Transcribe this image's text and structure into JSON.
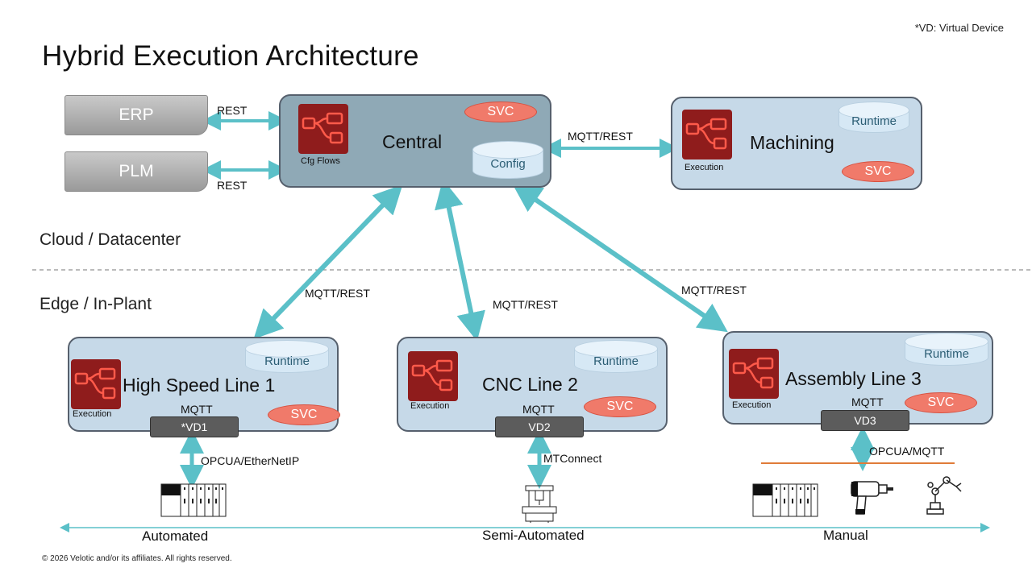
{
  "title": "Hybrid Execution Architecture",
  "note": "*VD: Virtual Device",
  "zones": {
    "cloud": "Cloud / Datacenter",
    "edge": "Edge / In-Plant"
  },
  "external": {
    "erp": "ERP",
    "plm": "PLM",
    "erp_link": "REST",
    "plm_link": "REST"
  },
  "central": {
    "name": "Central",
    "logo_caption": "Cfg Flows",
    "svc": "SVC",
    "db": "Config"
  },
  "machining": {
    "name": "Machining",
    "logo_caption": "Execution",
    "db": "Runtime",
    "svc": "SVC",
    "link": "MQTT/REST"
  },
  "lines": [
    {
      "name": "High Speed Line 1",
      "logo_caption": "Execution",
      "db": "Runtime",
      "svc": "SVC",
      "mqtt": "MQTT",
      "vd": "*VD1",
      "uplink": "MQTT/REST",
      "downlink": "OPCUA/EtherNetIP"
    },
    {
      "name": "CNC Line 2",
      "logo_caption": "Execution",
      "db": "Runtime",
      "svc": "SVC",
      "mqtt": "MQTT",
      "vd": "VD2",
      "uplink": "MQTT/REST",
      "downlink": "MTConnect"
    },
    {
      "name": "Assembly Line 3",
      "logo_caption": "Execution",
      "db": "Runtime",
      "svc": "SVC",
      "mqtt": "MQTT",
      "vd": "VD3",
      "uplink": "MQTT/REST",
      "downlink": "OPCUA/MQTT"
    }
  ],
  "devices": [
    "plc-icon",
    "cnc-machine-icon",
    "plc-icon",
    "power-drill-icon",
    "robot-arm-icon"
  ],
  "axis": {
    "left": "Automated",
    "center": "Semi-Automated",
    "right": "Manual"
  },
  "footer": "© 2026 Velotic and/or its affiliates. All rights reserved.",
  "colors": {
    "link": "#5bc0c8",
    "svc": "#f07a6a",
    "box": "#c6d9e8",
    "central": "#8fa9b6",
    "logo": "#8f1c1c",
    "bus": "#e07b39"
  }
}
